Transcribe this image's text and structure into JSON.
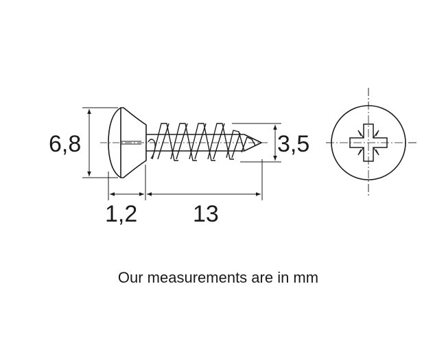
{
  "diagram": {
    "dimensions": {
      "head_diameter": "6,8",
      "head_height": "1,2",
      "thread_length": "13",
      "thread_diameter": "3,5"
    },
    "caption": "Our measurements are in mm"
  }
}
